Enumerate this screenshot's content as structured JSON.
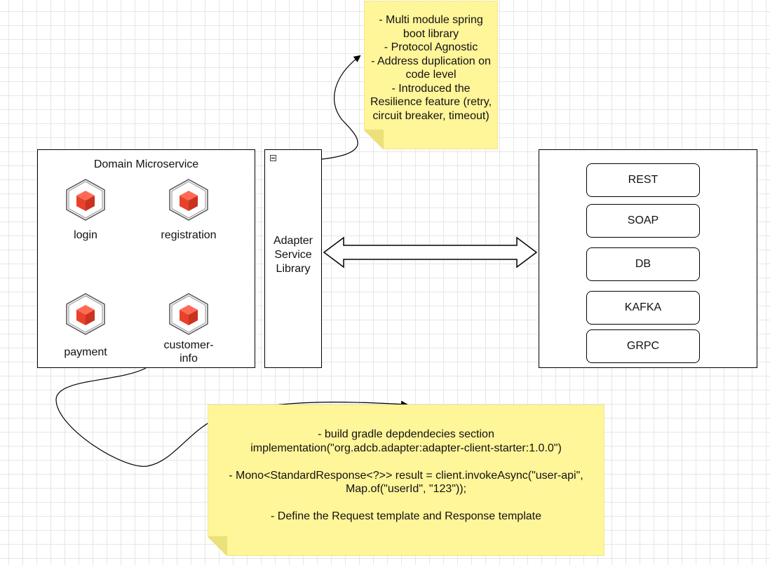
{
  "domain": {
    "title": "Domain Microservice",
    "services": [
      {
        "label": "login"
      },
      {
        "label": "registration"
      },
      {
        "label": "payment"
      },
      {
        "label": "customer-info"
      }
    ]
  },
  "adapter": {
    "label_lines": [
      "Adapter",
      "Service",
      "Library"
    ]
  },
  "protocols": {
    "items": [
      "REST",
      "SOAP",
      "DB",
      "KAFKA",
      "GRPC"
    ]
  },
  "top_note": {
    "lines": [
      "- Multi module spring",
      "boot library",
      "- Protocol Agnostic",
      "- Address duplication on",
      "code level",
      "- Introduced the",
      "Resilience feature (retry,",
      "circuit breaker, timeout)"
    ]
  },
  "bottom_note": {
    "lines": [
      "- build gradle depdendecies section",
      "implementation(\"org.adcb.adapter:adapter-client-starter:1.0.0\")",
      "",
      "- Mono<StandardResponse<?>> result = client.invokeAsync(\"user-api\",",
      "Map.of(\"userId\", \"123\"));",
      "",
      "- Define the Request template and Response template"
    ]
  },
  "colors": {
    "note_fill": "#fff599",
    "note_fold": "#ece07a",
    "cube_red": "#e8412c",
    "hex_stroke": "#555555"
  }
}
